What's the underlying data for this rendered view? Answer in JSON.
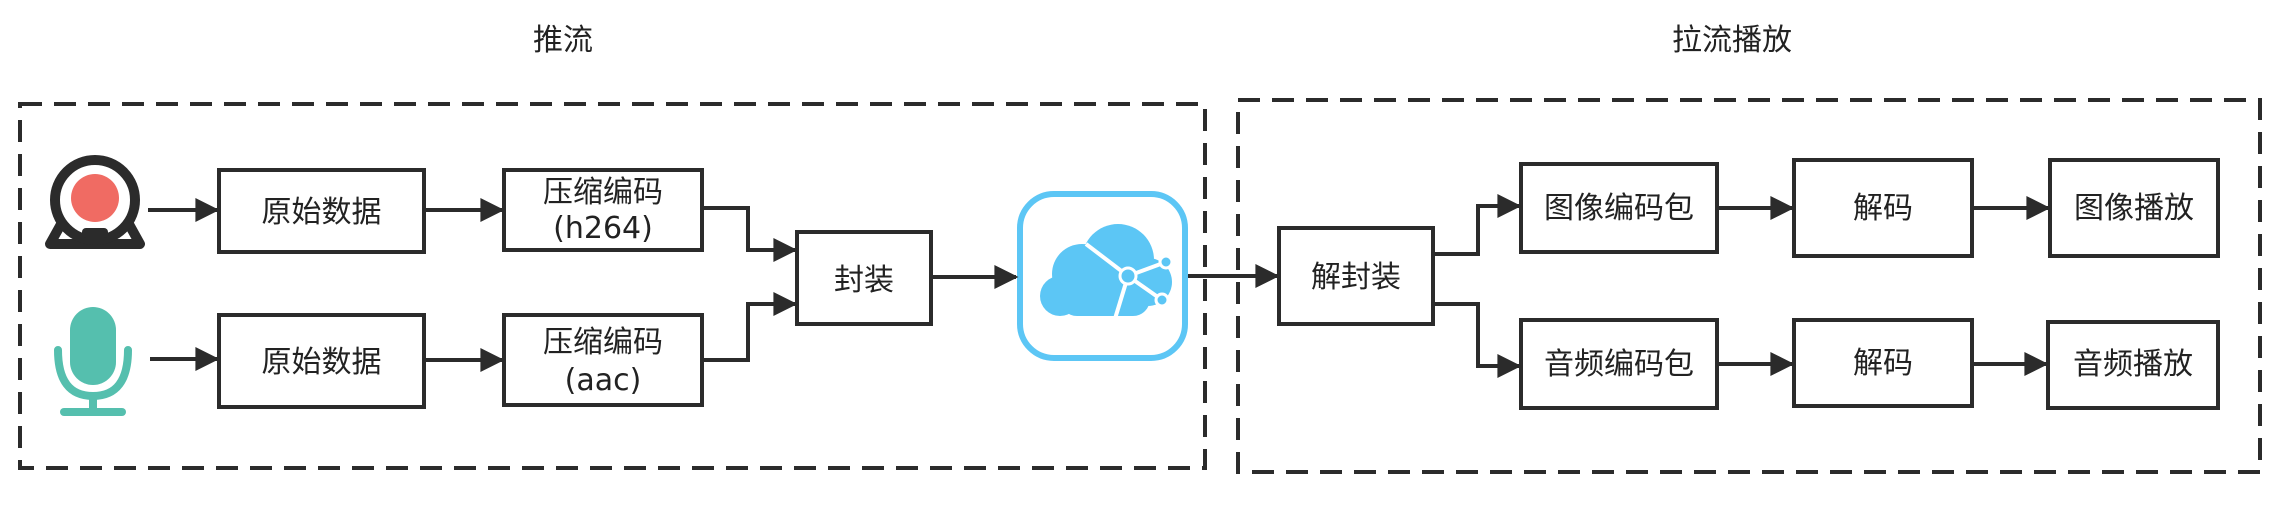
{
  "groups": {
    "push": {
      "title": "推流"
    },
    "pull": {
      "title": "拉流播放"
    }
  },
  "nodes": {
    "raw_video": "原始数据",
    "raw_audio": "原始数据",
    "compress_video": {
      "line1": "压缩编码",
      "line2": "(h264)"
    },
    "compress_audio": {
      "line1": "压缩编码",
      "line2": "(aac)"
    },
    "mux": "封装",
    "demux": "解封装",
    "video_packet": "图像编码包",
    "audio_packet": "音频编码包",
    "decode_video": "解码",
    "decode_audio": "解码",
    "video_play": "图像播放",
    "audio_play": "音频播放"
  },
  "icons": {
    "camera": "webcam-icon",
    "microphone": "microphone-icon",
    "cloud": "cloud-server-icon"
  },
  "colors": {
    "camera_red": "#f06b63",
    "mic_teal": "#55bfae",
    "cloud_blue": "#5cc6f5"
  }
}
